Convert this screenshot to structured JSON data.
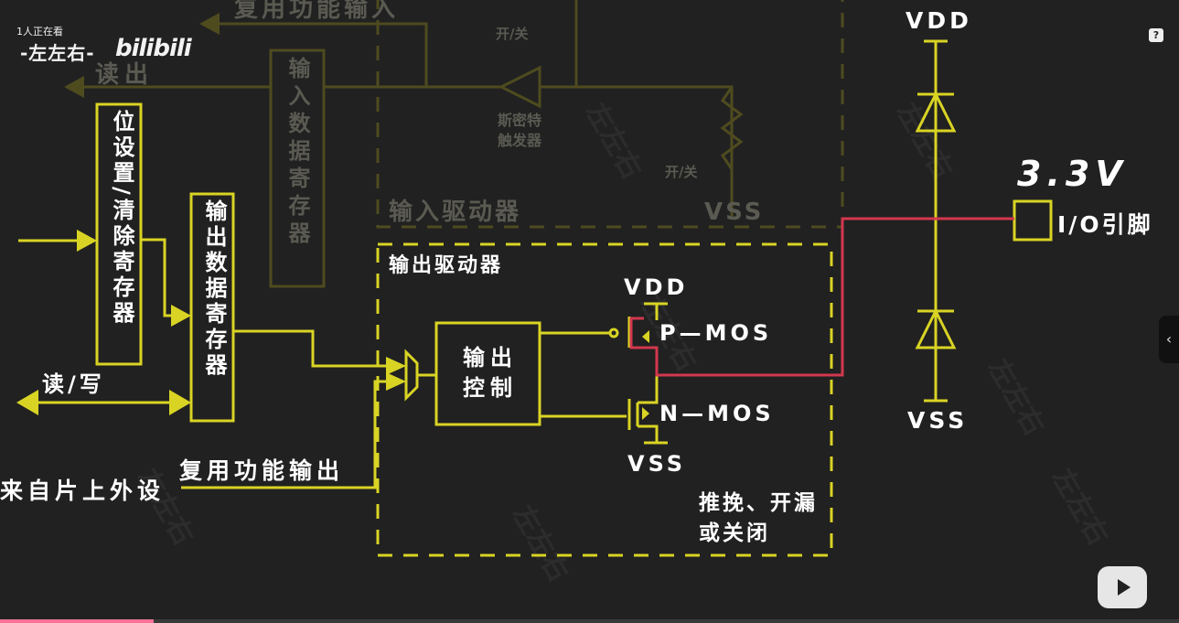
{
  "overlay": {
    "viewers": "1人正在看",
    "channel": "-左左右-",
    "logo": "bilibili",
    "help_icon": "?",
    "side_tab_icon": "‹",
    "player_icon": "tv-play-icon",
    "playback_progress": 0.13
  },
  "colors": {
    "background": "#212121",
    "wire": "#d9d424",
    "faded_wire": "#4e4b1f",
    "highlight_path": "#d2384e",
    "text": "#ffffff",
    "faded_text": "#5a5a52"
  },
  "diagram": {
    "faded": {
      "alt_func_input": "复用功能输入",
      "read": "读出",
      "input_data_register": "输入数据寄存器",
      "on_off_1": "开/关",
      "on_off_2": "开/关",
      "schmitt_1": "斯密特",
      "schmitt_2": "触发器",
      "input_driver": "输入驱动器",
      "vss_in": "VSS"
    },
    "bit_set_reset_register": "位设置/清除寄存器",
    "output_data_register": "输出数据寄存器",
    "read_write": "读/写",
    "from_peripheral": "来自片上外设",
    "alt_func_output": "复用功能输出",
    "output_driver": "输出驱动器",
    "output_control_1": "输出",
    "output_control_2": "控制",
    "vdd_out": "VDD",
    "pmos": "P—MOS",
    "nmos": "N—MOS",
    "vss_out": "VSS",
    "mode_1": "推挽、开漏",
    "mode_2": "或关闭",
    "vdd_top": "VDD",
    "vss_bottom": "VSS",
    "voltage": "3.3V",
    "io_pin": "I/O引脚"
  }
}
